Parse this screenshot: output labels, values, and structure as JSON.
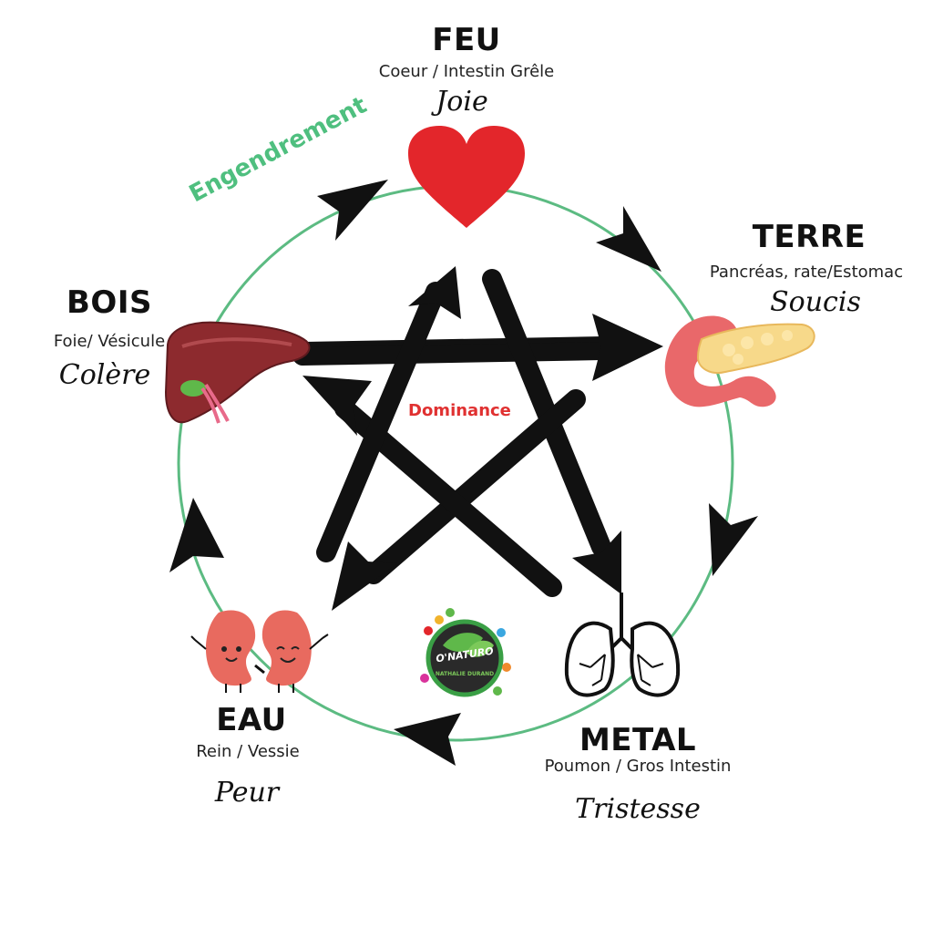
{
  "colors": {
    "cycle": "#5cbb82",
    "engendrement": "#4fbf7f",
    "dominance": "#e03131",
    "arrow": "#111111",
    "heart": "#e3262b",
    "liver": "#8d2a2e",
    "kidney": "#e86a5f",
    "pancreas": "#e9686a"
  },
  "labels": {
    "engendrement": "Engendrement",
    "dominance": "Dominance"
  },
  "elements": {
    "feu": {
      "title": "FEU",
      "organs": "Coeur / Intestin Grêle",
      "emotion": "Joie"
    },
    "terre": {
      "title": "TERRE",
      "organs": "Pancréas, rate/Estomac",
      "emotion": "Soucis"
    },
    "metal": {
      "title": "METAL",
      "organs": "Poumon / Gros Intestin",
      "emotion": "Tristesse"
    },
    "eau": {
      "title": "EAU",
      "organs": "Rein / Vessie",
      "emotion": "Peur"
    },
    "bois": {
      "title": "BOIS",
      "organs": "Foie/ Vésicule",
      "emotion": "Colère"
    }
  },
  "logo": {
    "name": "O'NATURO",
    "subtitle": "NATHALIE DURAND",
    "icon": "leaf-logo-icon"
  },
  "icons": {
    "feu": "heart-icon",
    "terre": "pancreas-icon",
    "metal": "lungs-icon",
    "eau": "kidneys-icon",
    "bois": "liver-icon"
  }
}
